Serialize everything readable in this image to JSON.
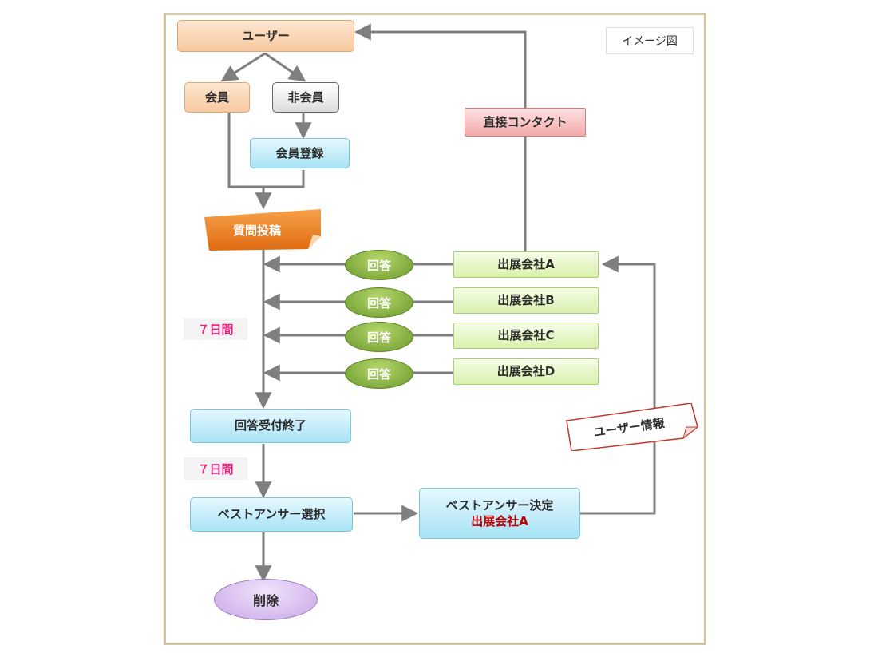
{
  "legend": "イメージ図",
  "nodes": {
    "user": "ユーザー",
    "member": "会員",
    "non_member": "非会員",
    "member_registration": "会員登録",
    "question_post": "質問投稿",
    "direct_contact": "直接コンタクト",
    "exhibitor_a": "出展会社A",
    "exhibitor_b": "出展会社B",
    "exhibitor_c": "出展会社C",
    "exhibitor_d": "出展会社D",
    "answer": "回答",
    "answer_closed": "回答受付終了",
    "best_answer_select": "ベストアンサー選択",
    "best_answer_decided": "ベストアンサー決定",
    "best_answer_company": "出展会社A",
    "user_info": "ユーザー情報",
    "delete": "削除"
  },
  "periods": {
    "first": "７日間",
    "second": "７日間"
  },
  "colors": {
    "arrow": "#7f7f7f",
    "post_tag": "#ee7b1d",
    "days_text": "#e2237e",
    "company_highlight": "#c00000"
  }
}
